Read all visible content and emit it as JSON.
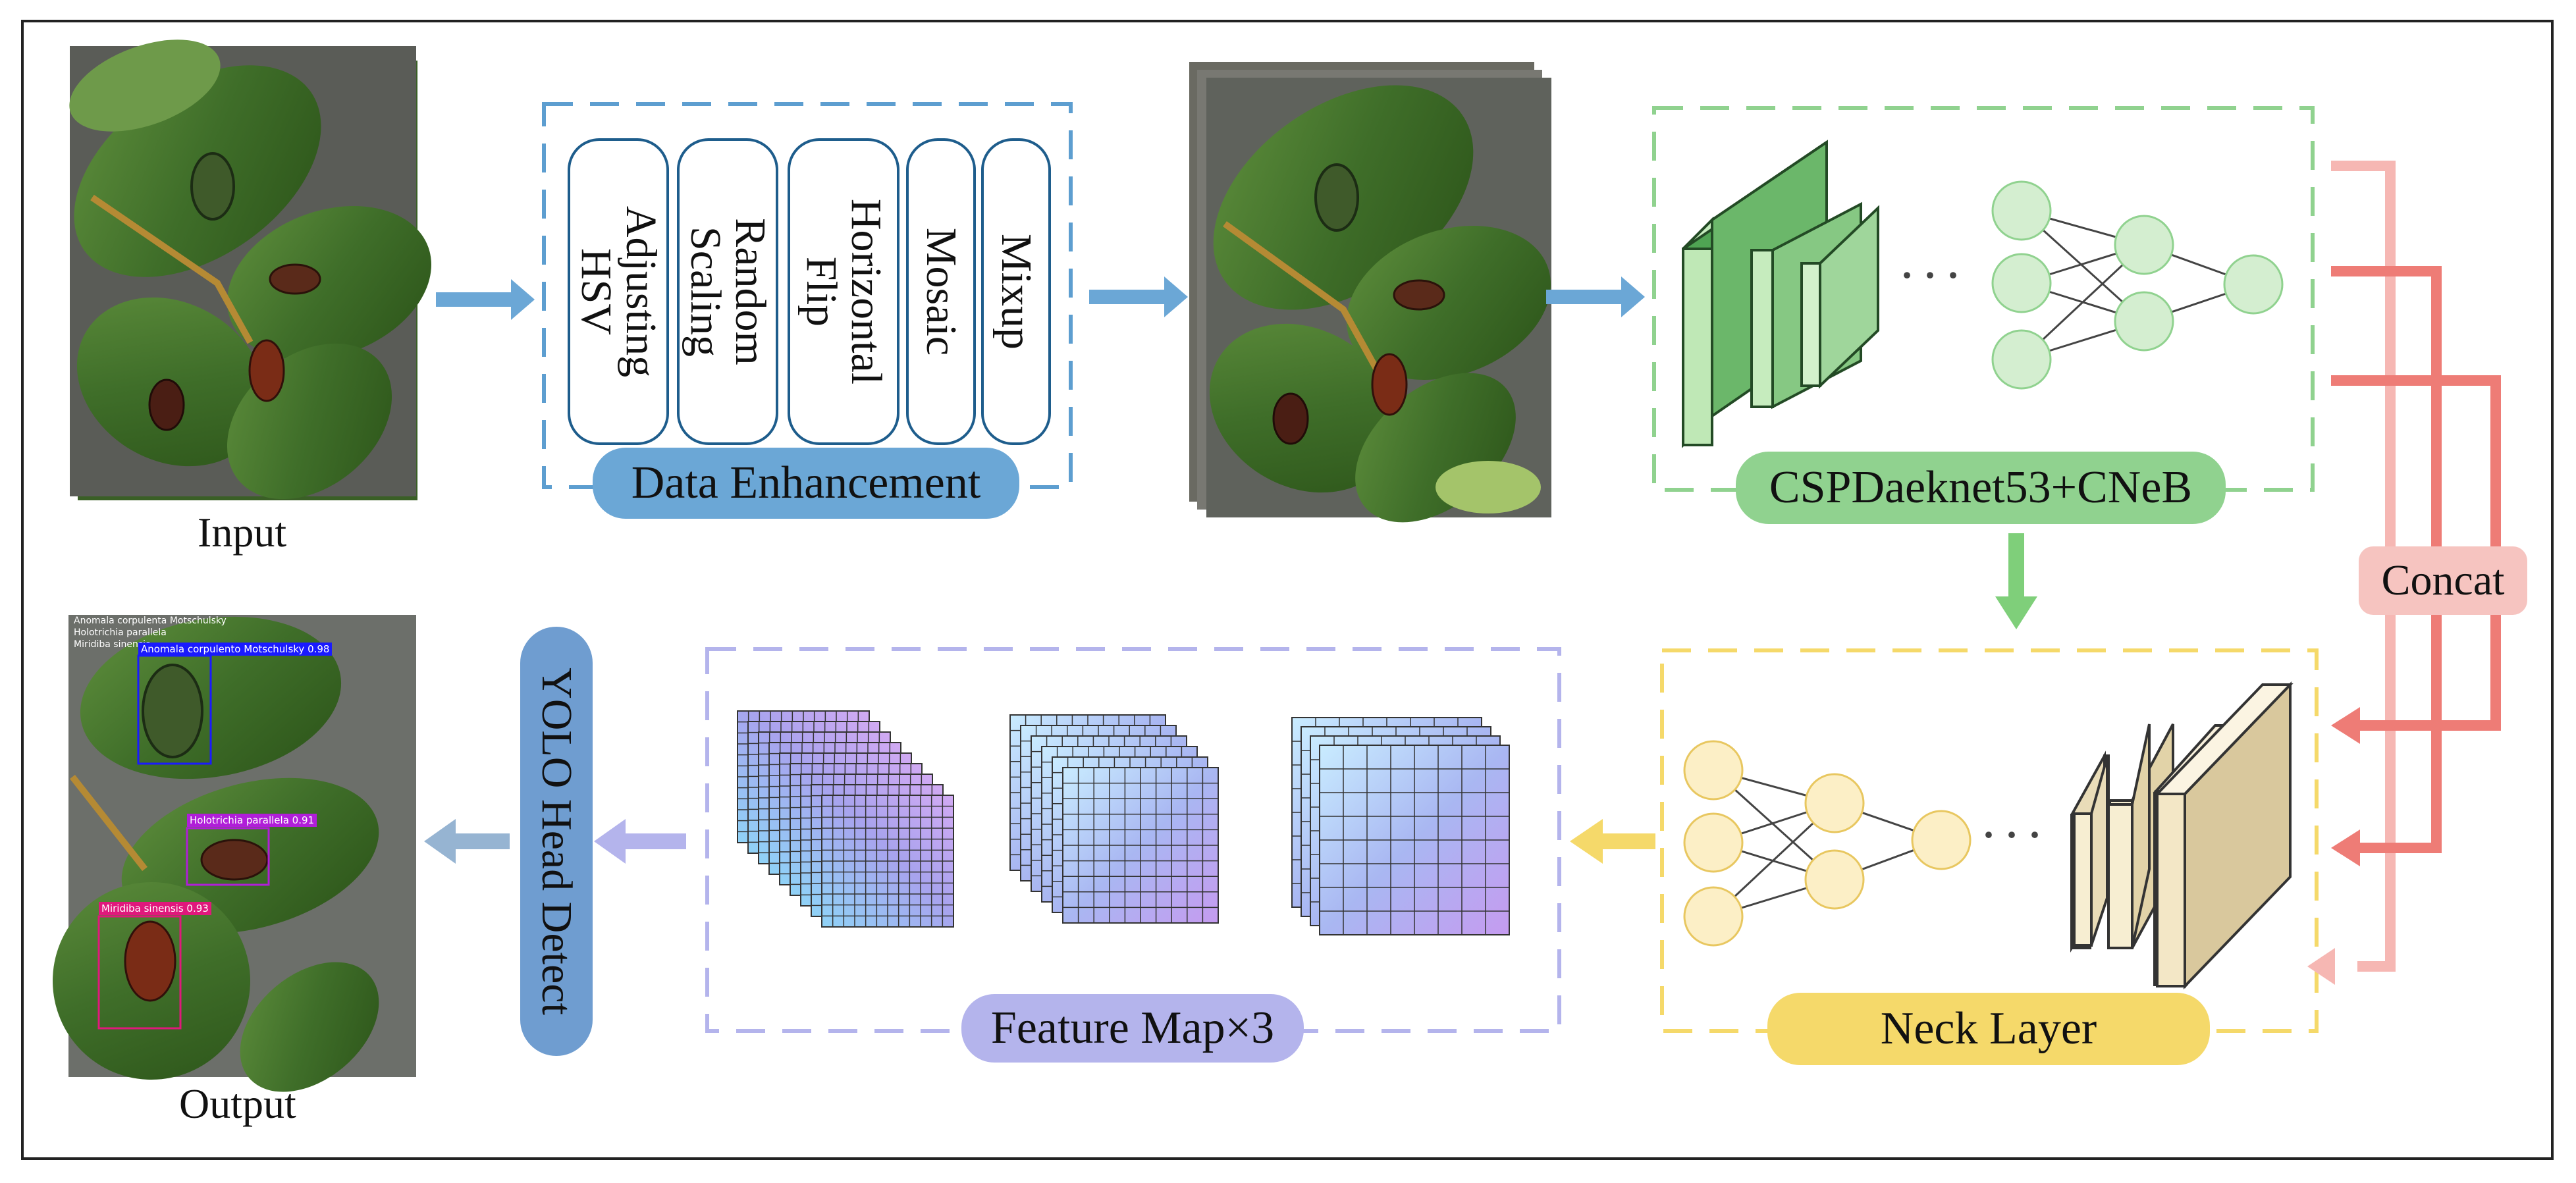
{
  "input_label": "Input",
  "output_label": "Output",
  "data_enhancement": {
    "title": "Data Enhancement",
    "ops": [
      "Adjusting\nHSV",
      "Random\nScaling",
      "Horizontal\nFlip",
      "Mosaic",
      "Mixup"
    ]
  },
  "backbone_label": "CSPDaeknet53+CNeB",
  "neck_label": "Neck Layer",
  "feature_map_label": "Feature Map×3",
  "concat_label": "Concat",
  "head_label": "YOLO Head Detect",
  "ellipsis": "· · ·",
  "detections": [
    {
      "label": "Anomala corpulento Motschulsky 0.98",
      "color": "#1a1aff"
    },
    {
      "label": "Holotrichia parallela 0.91",
      "color": "#b01ed8"
    },
    {
      "label": "Miridiba sinensis 0.93",
      "color": "#e0187c"
    }
  ],
  "detection_header": [
    "Anomala corpulenta Motschulsky",
    "Holotrichia parallela",
    "Miridiba sinensis"
  ],
  "colors": {
    "blue": "#5d9ed0",
    "green": "#90d28f",
    "yellow": "#f5d96a",
    "purple": "#b4b4ec",
    "red": "#ee7c76",
    "pink": "#f6b7b3",
    "slate_blue": "#6f9dd0"
  }
}
